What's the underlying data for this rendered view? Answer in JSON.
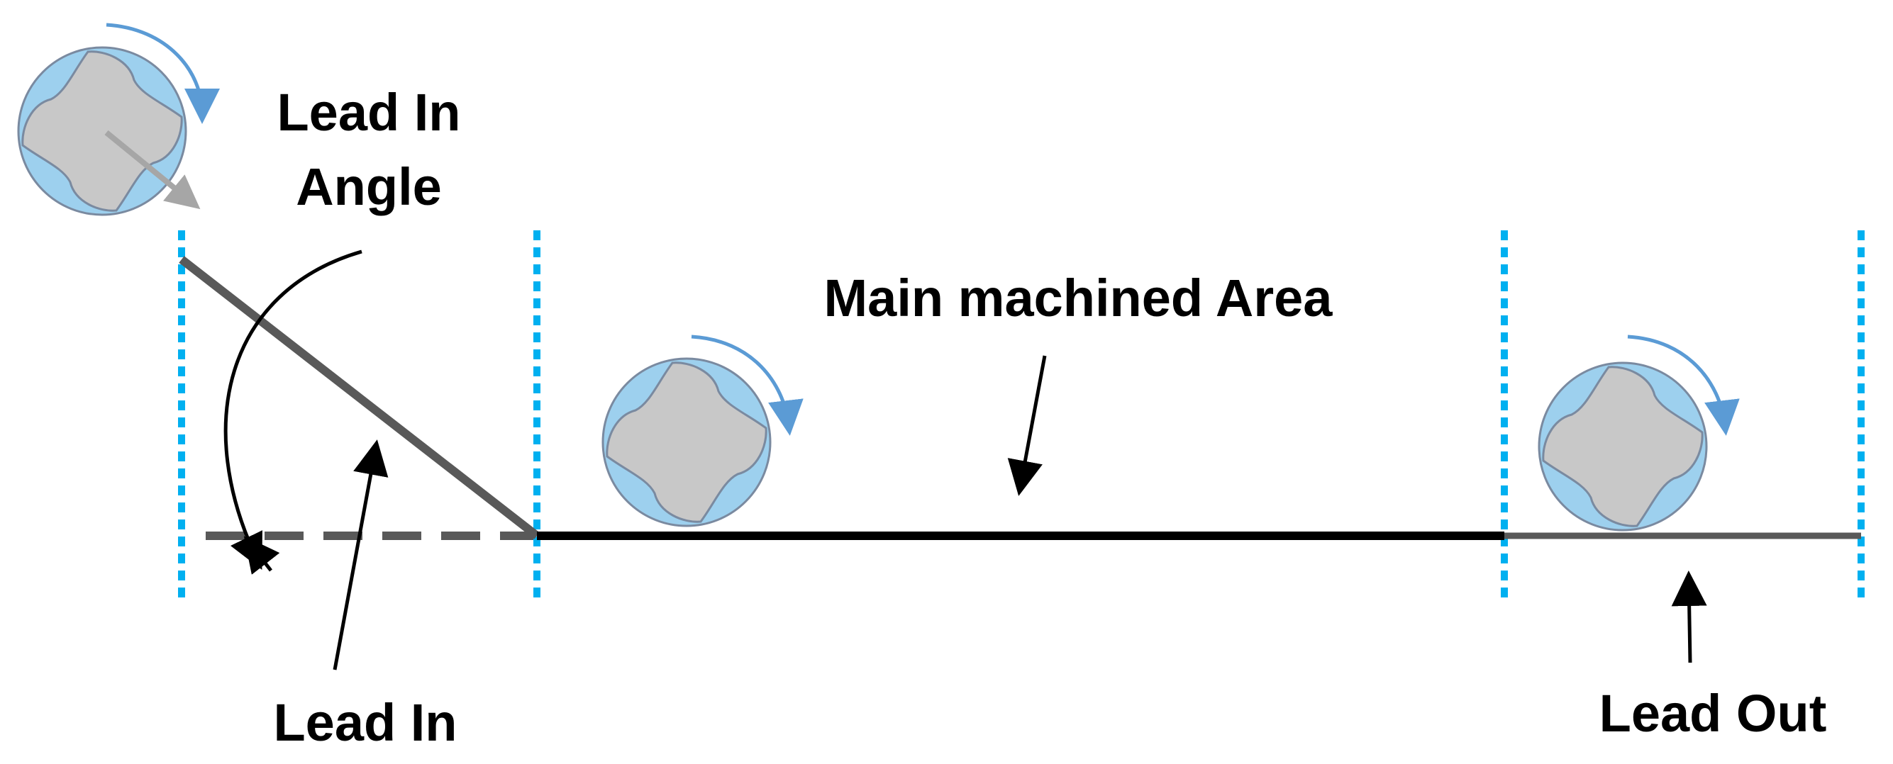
{
  "labels": {
    "lead_in_angle_line1": "Lead In",
    "lead_in_angle_line2": "Angle",
    "main_area": "Main machined Area",
    "lead_in": "Lead In",
    "lead_out": "Lead Out"
  },
  "colors": {
    "boundary": "#00b0f0",
    "tool_body": "#c8c8c8",
    "tool_flute": "#9dd0ee",
    "tool_outline": "#7a8aa0",
    "rotation_arrow": "#5b9bd5",
    "feed_arrow": "#a6a6a6",
    "toolpath_main": "#000000",
    "toolpath_lead": "#595959",
    "annotation": "#000000"
  },
  "icons": [
    "end-mill-tool-icon",
    "rotation-arrow-icon",
    "feed-direction-arrow-icon"
  ]
}
